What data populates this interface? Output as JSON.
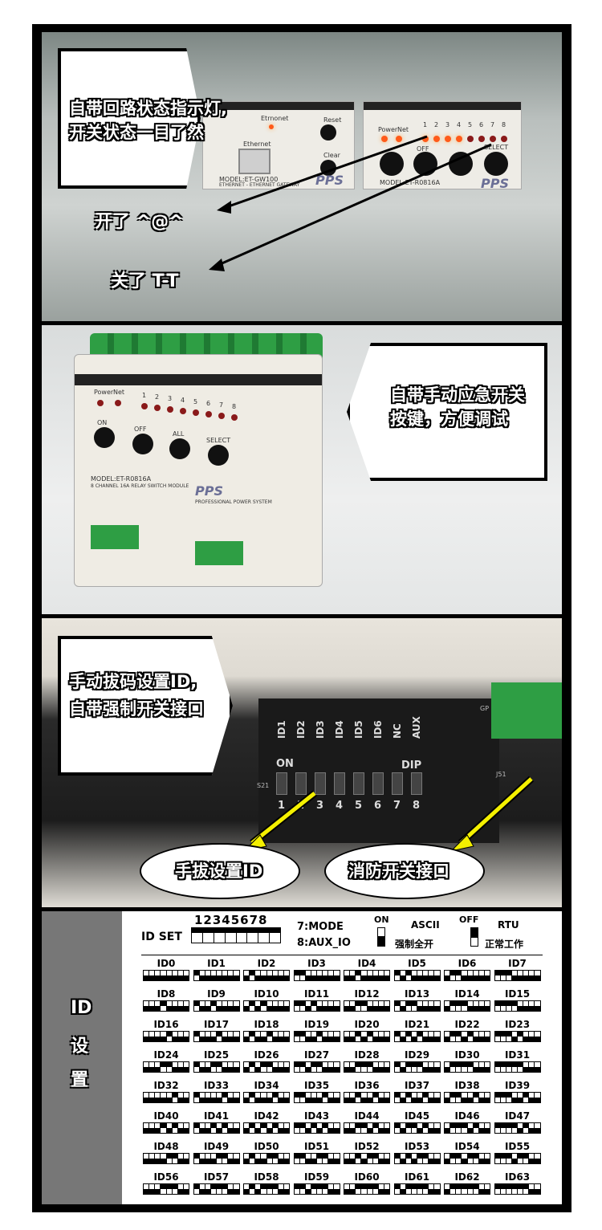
{
  "callouts": {
    "c1_line1": "自带回路状态指示灯,",
    "c1_line2": "开关状态一目了然",
    "on_label": "开了 ^@^",
    "off_label": "关了 T-T",
    "c2_line1": "自带手动应急开关",
    "c2_line2": "按键，方便调试",
    "c3_line1": "手动拔码设置ID,",
    "c3_line2": "自带强制开关接口",
    "oval1": "手拔设置ID",
    "oval2": "消防开关接口"
  },
  "gateway": {
    "ethernet_led": "Etrnonet",
    "reset": "Reset",
    "clear": "Clear",
    "port_label": "Ethernet",
    "model": "MODEL:ET-GW100",
    "sub": "ETHERNET - ETHERNET GATEWAY",
    "brand": "PPS"
  },
  "relay": {
    "power": "Power",
    "net": "Net",
    "channels": [
      "1",
      "2",
      "3",
      "4",
      "5",
      "6",
      "7",
      "8"
    ],
    "btn_on": "ON",
    "btn_off": "OFF",
    "btn_all": "ALL",
    "btn_select": "SELECT",
    "model": "MODEL:ET-R0816A",
    "sub": "8 CHANNEL 16A RELAY SWITCH MODULE",
    "brand": "PPS",
    "brand_sub": "PROFESSIONAL POWER SYSTEM"
  },
  "dip": {
    "labels": [
      "ID1",
      "ID2",
      "ID3",
      "ID4",
      "ID5",
      "ID6",
      "NC",
      "AUX"
    ],
    "on": "ON",
    "dip": "DIP",
    "numbers": [
      "1",
      "2",
      "3",
      "4",
      "5",
      "6",
      "7",
      "8"
    ],
    "s21": "S21",
    "j51": "J51",
    "gp": "GP"
  },
  "idset": {
    "side": [
      "ID",
      "设",
      "置"
    ],
    "title": "ID SET",
    "switch_numbers": "12345678",
    "mode7": "7:MODE",
    "mode8": "8:AUX_IO",
    "on_word": "ON",
    "ascii": "ASCII",
    "force": "强制全开",
    "off_word": "OFF",
    "rtu": "RTU",
    "normal": "正常工作"
  }
}
